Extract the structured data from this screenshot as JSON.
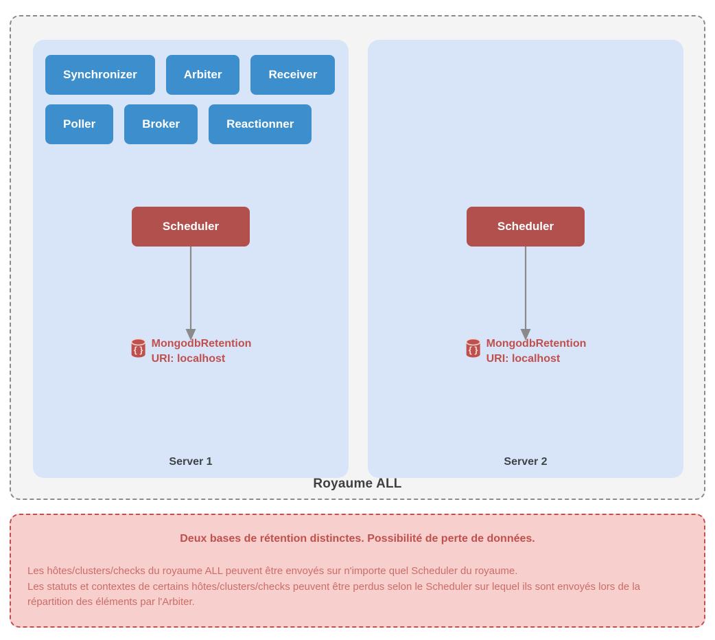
{
  "realm": {
    "title": "Royaume ALL",
    "servers": [
      {
        "name": "Server 1",
        "daemons": [
          "Synchronizer",
          "Arbiter",
          "Receiver",
          "Poller",
          "Broker",
          "Reactionner"
        ],
        "scheduler": "Scheduler",
        "database": {
          "name": "MongodbRetention",
          "uri": "URI: localhost",
          "icon": "database-icon"
        }
      },
      {
        "name": "Server 2",
        "daemons": [],
        "scheduler": "Scheduler",
        "database": {
          "name": "MongodbRetention",
          "uri": "URI: localhost",
          "icon": "database-icon"
        }
      }
    ]
  },
  "warning": {
    "title": "Deux bases de rétention distinctes. Possibilité de perte de données.",
    "lines": [
      "Les hôtes/clusters/checks du royaume ALL peuvent être envoyés sur n'importe quel Scheduler du royaume.",
      "Les statuts et contextes de certains hôtes/clusters/checks peuvent être perdus selon le Scheduler sur lequel ils sont envoyés lors de la répartition des éléments par l'Arbiter."
    ]
  },
  "colors": {
    "daemon": "#3d8ecd",
    "scheduler": "#b2504e",
    "database_text": "#c0504d",
    "server_panel": "#d8e5f8",
    "realm_panel": "#f4f4f4",
    "realm_border": "#8a8a8a",
    "warning_panel": "#f7d0cd",
    "warning_border": "#c0504d",
    "warning_body_text": "#cd6b68",
    "arrow": "#8a8a8a"
  }
}
